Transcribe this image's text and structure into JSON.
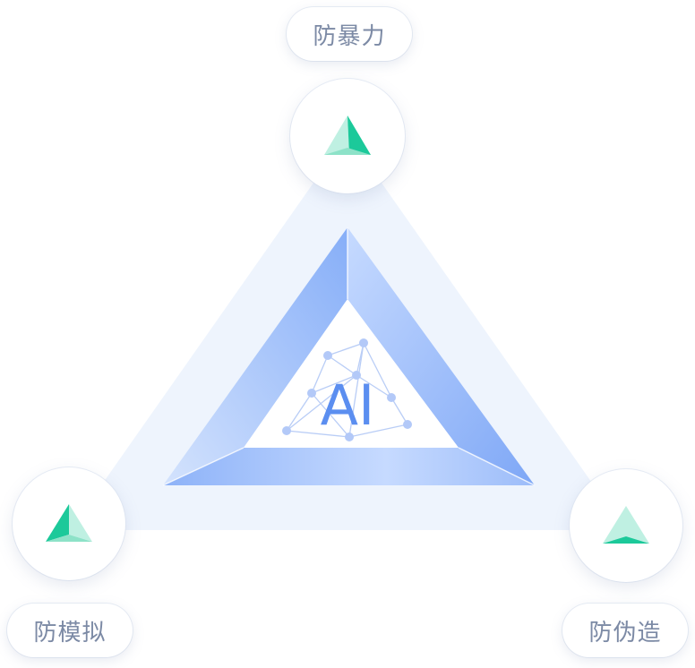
{
  "center": {
    "label": "AI"
  },
  "nodes": {
    "top": {
      "label": "防暴力",
      "icon": "green-pyramid-icon"
    },
    "left": {
      "label": "防模拟",
      "icon": "green-pyramid-icon"
    },
    "right": {
      "label": "防伪造",
      "icon": "green-pyramid-icon"
    }
  },
  "colors": {
    "triangle_fill": "#eef4fd",
    "frame_blue": "#86aef8",
    "frame_blue_light": "#c3d8fc",
    "ai_text": "#5b8ef0",
    "label_text": "#7c8aa5",
    "icon_green": "#1cc99a",
    "icon_green_light": "#bff0e2"
  }
}
